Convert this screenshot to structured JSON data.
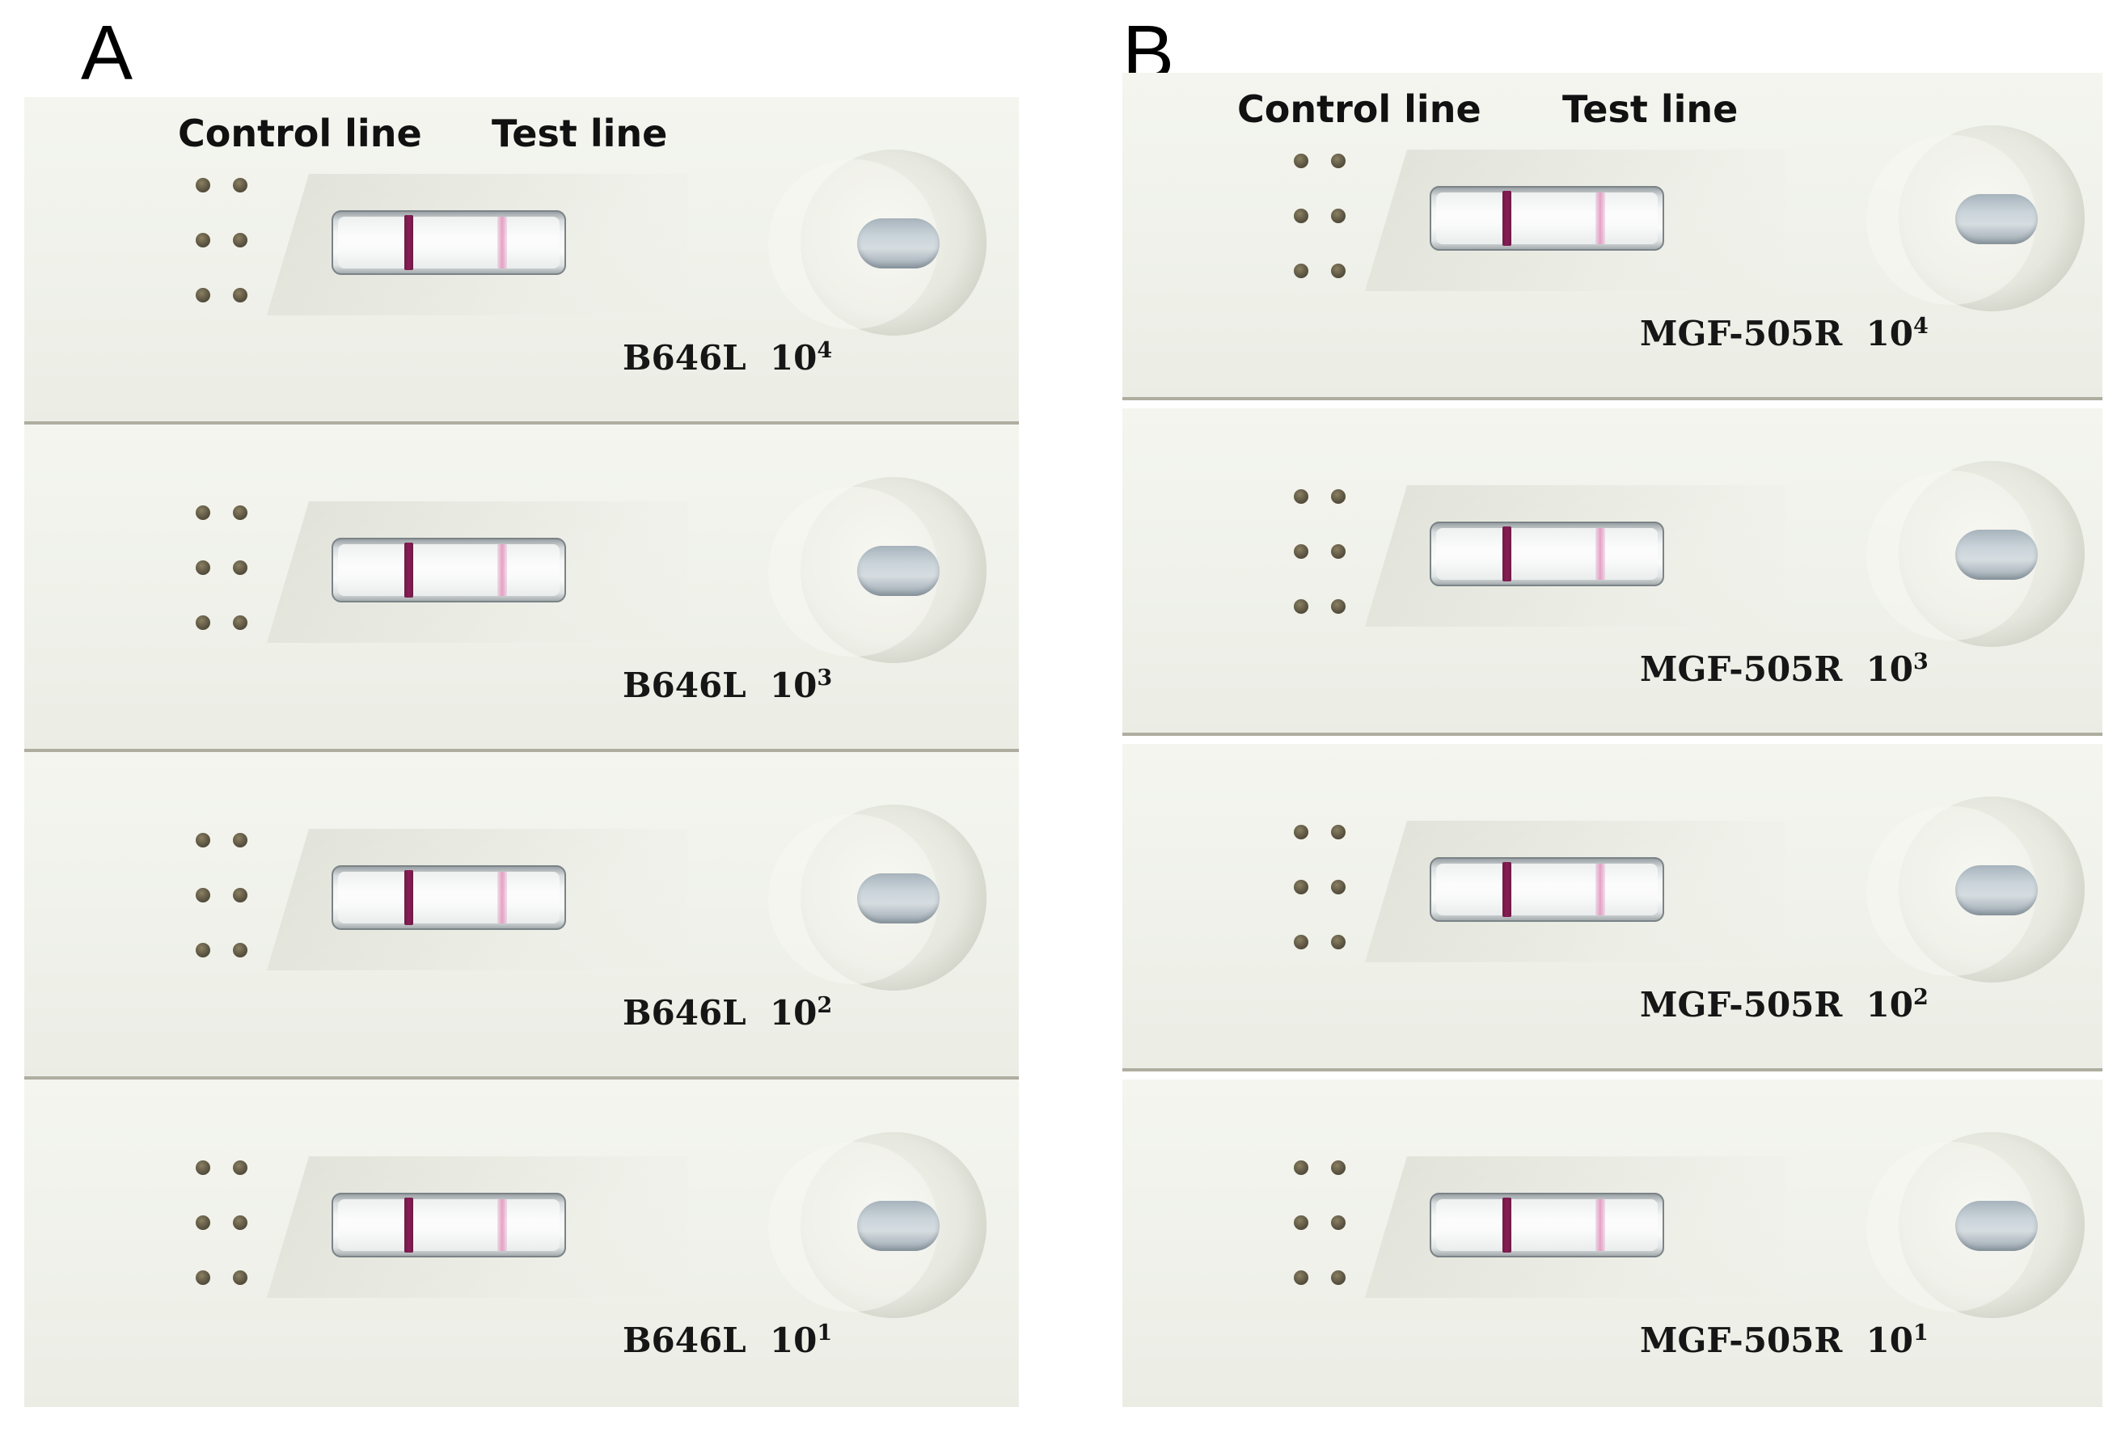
{
  "panels": [
    {
      "letter": "A",
      "headers": {
        "control": "Control line",
        "test": "Test line"
      },
      "strips": [
        {
          "gene": "B646L",
          "base": "10",
          "exponent": "4"
        },
        {
          "gene": "B646L",
          "base": "10",
          "exponent": "3"
        },
        {
          "gene": "B646L",
          "base": "10",
          "exponent": "2"
        },
        {
          "gene": "B646L",
          "base": "10",
          "exponent": "1"
        }
      ]
    },
    {
      "letter": "B",
      "headers": {
        "control": "Control line",
        "test": "Test line"
      },
      "strips": [
        {
          "gene": "MGF-505R",
          "base": "10",
          "exponent": "4"
        },
        {
          "gene": "MGF-505R",
          "base": "10",
          "exponent": "3"
        },
        {
          "gene": "MGF-505R",
          "base": "10",
          "exponent": "2"
        },
        {
          "gene": "MGF-505R",
          "base": "10",
          "exponent": "1"
        }
      ]
    }
  ],
  "colors": {
    "control_line": "#8a1c55",
    "test_line": "#e08cb9",
    "sample_pad": "#c9d3d9",
    "cassette": "#f1f2ec"
  }
}
